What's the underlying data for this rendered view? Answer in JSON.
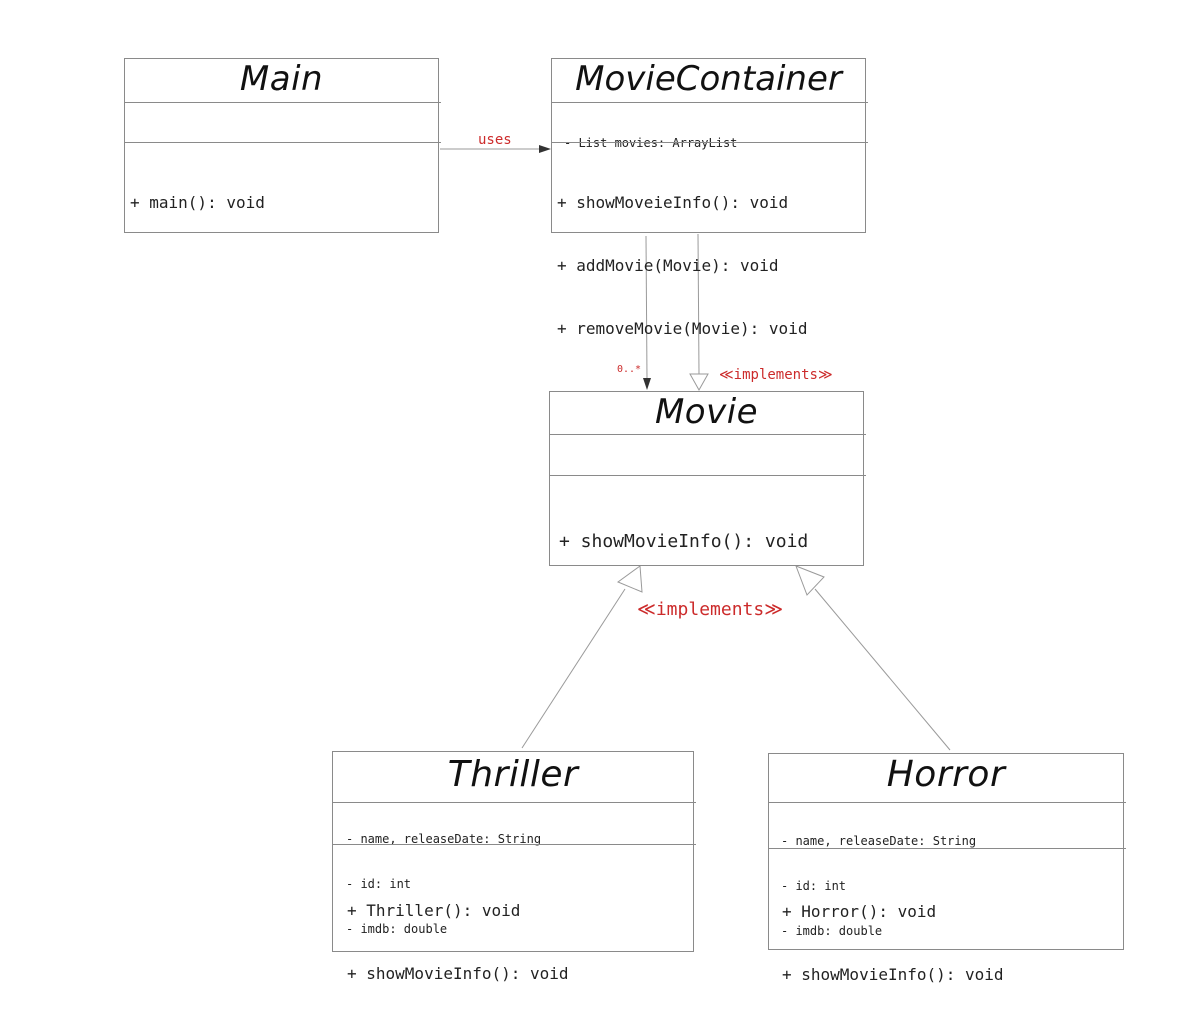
{
  "colors": {
    "box_border": "#8a8a8a",
    "connector": "#9a9a9a",
    "label_red": "#cc2b2b",
    "text": "#222222"
  },
  "classes": {
    "main": {
      "name": "Main",
      "attributes": [],
      "methods": [
        "+ main(): void"
      ]
    },
    "movie_container": {
      "name": "MovieContainer",
      "attributes": [
        "- List movies: ArrayList"
      ],
      "methods": [
        "+ showMoveieInfo(): void",
        "+ addMovie(Movie): void",
        "+ removeMovie(Movie): void"
      ]
    },
    "movie": {
      "name": "Movie",
      "attributes": [],
      "methods": [
        "+ showMovieInfo(): void"
      ]
    },
    "thriller": {
      "name": "Thriller",
      "attributes": [
        "- name, releaseDate: String",
        "- id: int",
        "- imdb: double"
      ],
      "methods": [
        "+ Thriller(): void",
        "+ showMovieInfo(): void"
      ]
    },
    "horror": {
      "name": "Horror",
      "attributes": [
        "- name, releaseDate: String",
        "- id: int",
        "- imdb: double"
      ],
      "methods": [
        "+ Horror(): void",
        "+ showMovieInfo(): void"
      ]
    }
  },
  "relations": {
    "uses_label": "uses",
    "multiplicity_label": "0..*",
    "implements_top_label": "≪implements≫",
    "implements_bottom_label": "≪implements≫"
  }
}
